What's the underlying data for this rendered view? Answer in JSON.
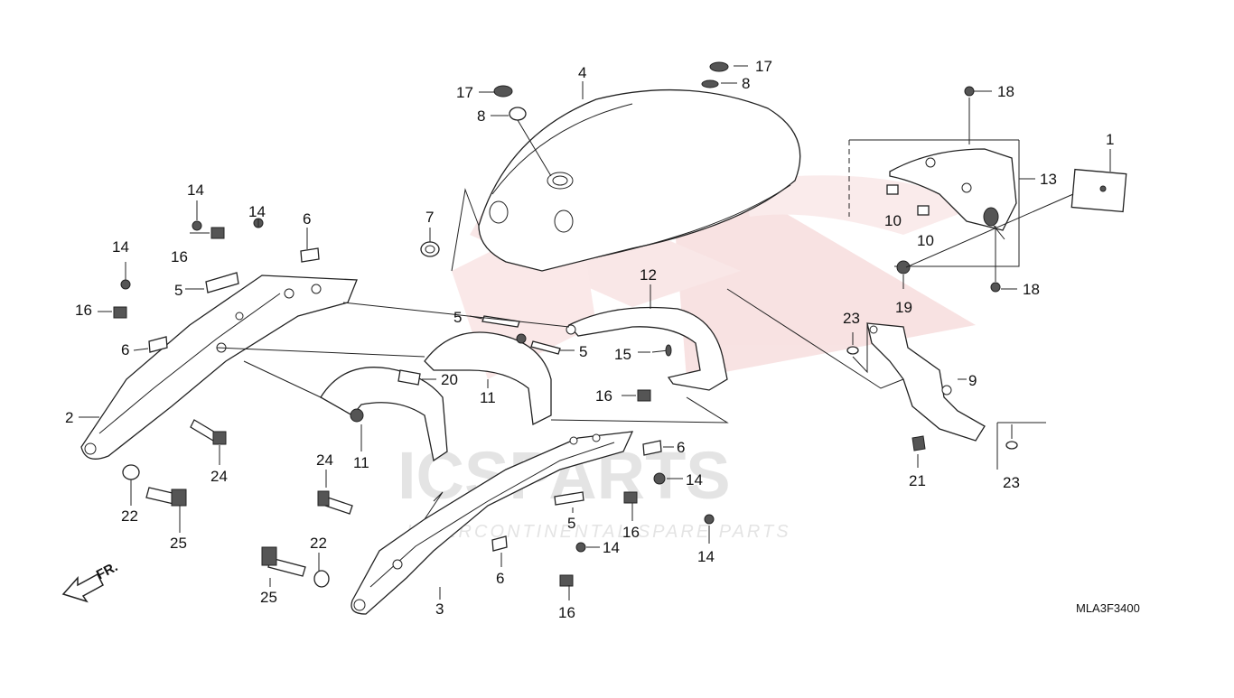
{
  "diagram": {
    "part_code": "MLA3F3400",
    "front_indicator": "FR.",
    "watermark": {
      "brand": "ICSPARTS",
      "tagline": "INTERCONTINENTAL SPARE PARTS"
    },
    "callouts": {
      "c1": "1",
      "c2": "2",
      "c3": "3",
      "c4": "4",
      "c5a": "5",
      "c5b": "5",
      "c5c": "5",
      "c5d": "5",
      "c6a": "6",
      "c6b": "6",
      "c6c": "6",
      "c6d": "6",
      "c7": "7",
      "c8a": "8",
      "c8b": "8",
      "c9": "9",
      "c10a": "10",
      "c10b": "10",
      "c11a": "11",
      "c11b": "11",
      "c12": "12",
      "c13": "13",
      "c14a": "14",
      "c14b": "14",
      "c14c": "14",
      "c14d": "14",
      "c14e": "14",
      "c14f": "14",
      "c15": "15",
      "c16a": "16",
      "c16b": "16",
      "c16c": "16",
      "c16d": "16",
      "c16e": "16",
      "c17a": "17",
      "c17b": "17",
      "c18a": "18",
      "c18b": "18",
      "c19": "19",
      "c20": "20",
      "c21": "21",
      "c22a": "22",
      "c22b": "22",
      "c23a": "23",
      "c23b": "23",
      "c24a": "24",
      "c24b": "24",
      "c25a": "25",
      "c25b": "25"
    }
  }
}
